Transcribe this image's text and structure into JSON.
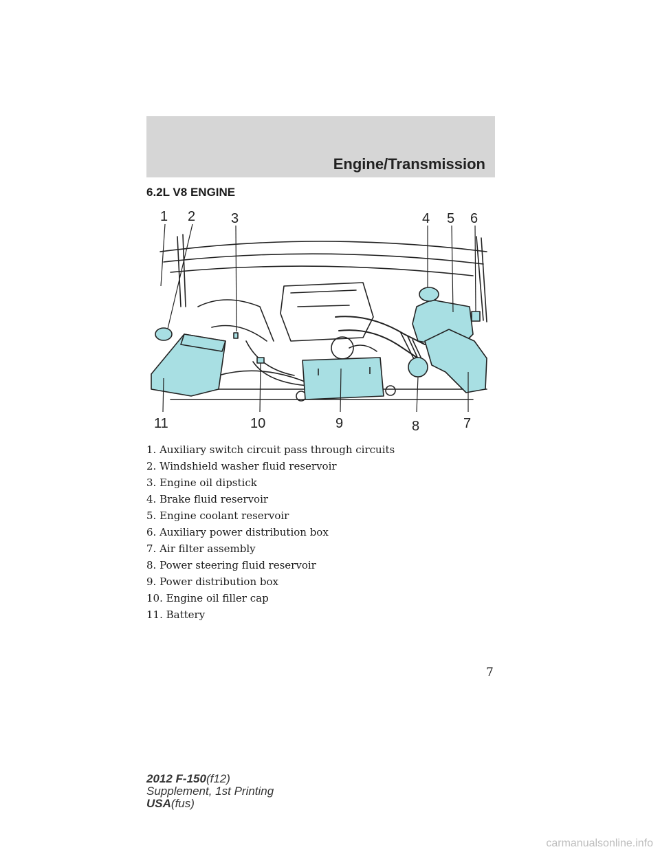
{
  "header": {
    "title": "Engine/Transmission"
  },
  "section": {
    "title": "6.2L V8 ENGINE"
  },
  "diagram": {
    "callouts": [
      "1",
      "2",
      "3",
      "4",
      "5",
      "6",
      "7",
      "8",
      "9",
      "10",
      "11"
    ],
    "highlight_color": "#a8dfe3"
  },
  "legend": [
    "1. Auxiliary switch circuit pass through circuits",
    "2. Windshield washer fluid reservoir",
    "3. Engine oil dipstick",
    "4. Brake fluid reservoir",
    "5. Engine coolant reservoir",
    "6. Auxiliary power distribution box",
    "7. Air filter assembly",
    "8. Power steering fluid reservoir",
    "9. Power distribution box",
    "10. Engine oil filler cap",
    "11. Battery"
  ],
  "page_number": "7",
  "footer": {
    "line1_bold": "2012 F-150",
    "line1_rest": "(f12)",
    "line2": "Supplement, 1st Printing",
    "line3_bold": "USA",
    "line3_rest": "(fus)"
  },
  "watermark": "carmanualsonline.info"
}
